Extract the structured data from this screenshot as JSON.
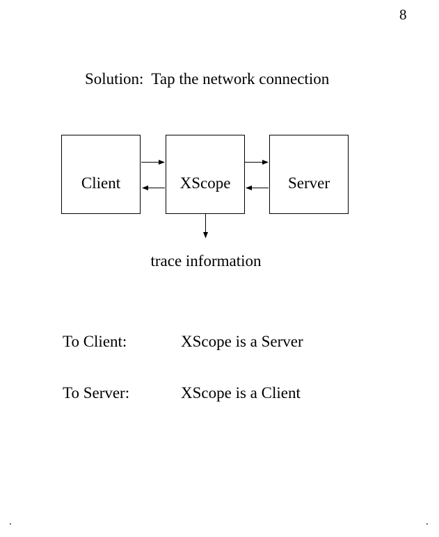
{
  "page": {
    "number": "8",
    "title": "Solution:  Tap the network connection",
    "background_color": "#ffffff",
    "text_color": "#000000"
  },
  "diagram": {
    "boxes": [
      {
        "label": "Client"
      },
      {
        "label": "XScope"
      },
      {
        "label": "Server"
      }
    ],
    "arrows": [
      {
        "from": "Client",
        "to": "XScope",
        "direction": "right"
      },
      {
        "from": "XScope",
        "to": "Client",
        "direction": "left"
      },
      {
        "from": "XScope",
        "to": "Server",
        "direction": "right"
      },
      {
        "from": "Server",
        "to": "XScope",
        "direction": "left"
      },
      {
        "from": "XScope",
        "to": "trace information",
        "direction": "down"
      }
    ],
    "trace_label": "trace information"
  },
  "notes": [
    {
      "label": "To Client:",
      "value": "XScope is a Server"
    },
    {
      "label": "To Server:",
      "value": "XScope is a Client"
    }
  ],
  "corner_marks": {
    "left": ".",
    "right": "."
  }
}
